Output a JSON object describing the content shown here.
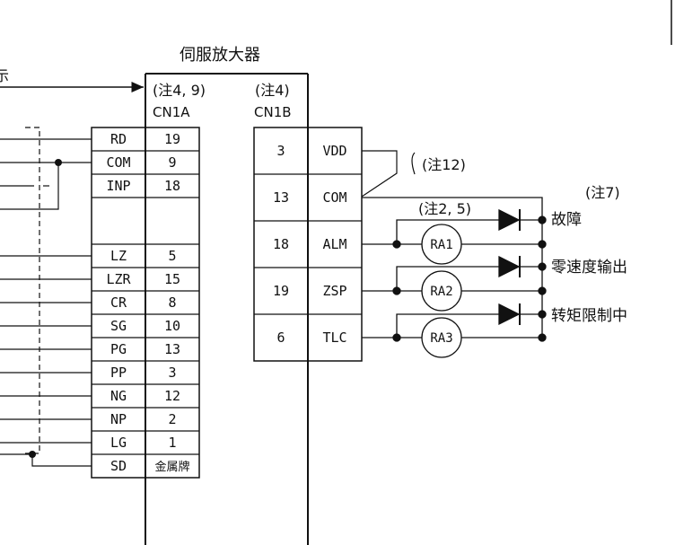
{
  "title": "伺服放大器",
  "partial_label": "示",
  "cn1a": {
    "note": "(注4, 9)",
    "name": "CN1A"
  },
  "cn1b": {
    "note": "(注4)",
    "name": "CN1B"
  },
  "cn1a_rows": [
    {
      "signal": "RD",
      "pin": "19"
    },
    {
      "signal": "COM",
      "pin": "9"
    },
    {
      "signal": "INP",
      "pin": "18"
    },
    {
      "signal": "",
      "pin": ""
    },
    {
      "signal": "LZ",
      "pin": "5"
    },
    {
      "signal": "LZR",
      "pin": "15"
    },
    {
      "signal": "CR",
      "pin": "8"
    },
    {
      "signal": "SG",
      "pin": "10"
    },
    {
      "signal": "PG",
      "pin": "13"
    },
    {
      "signal": "PP",
      "pin": "3"
    },
    {
      "signal": "NG",
      "pin": "12"
    },
    {
      "signal": "NP",
      "pin": "2"
    },
    {
      "signal": "LG",
      "pin": "1"
    },
    {
      "signal": "SD",
      "pin": "金属牌"
    }
  ],
  "cn1b_rows": [
    {
      "pin": "3",
      "signal": "VDD"
    },
    {
      "pin": "13",
      "signal": "COM"
    },
    {
      "pin": "18",
      "signal": "ALM"
    },
    {
      "pin": "19",
      "signal": "ZSP"
    },
    {
      "pin": "6",
      "signal": "TLC"
    }
  ],
  "notes": {
    "n12": "(注12)",
    "n25": "(注2, 5)",
    "n7": "(注7)"
  },
  "relays": [
    "RA1",
    "RA2",
    "RA3"
  ],
  "outputs": [
    "故障",
    "零速度输出",
    "转矩限制中"
  ]
}
